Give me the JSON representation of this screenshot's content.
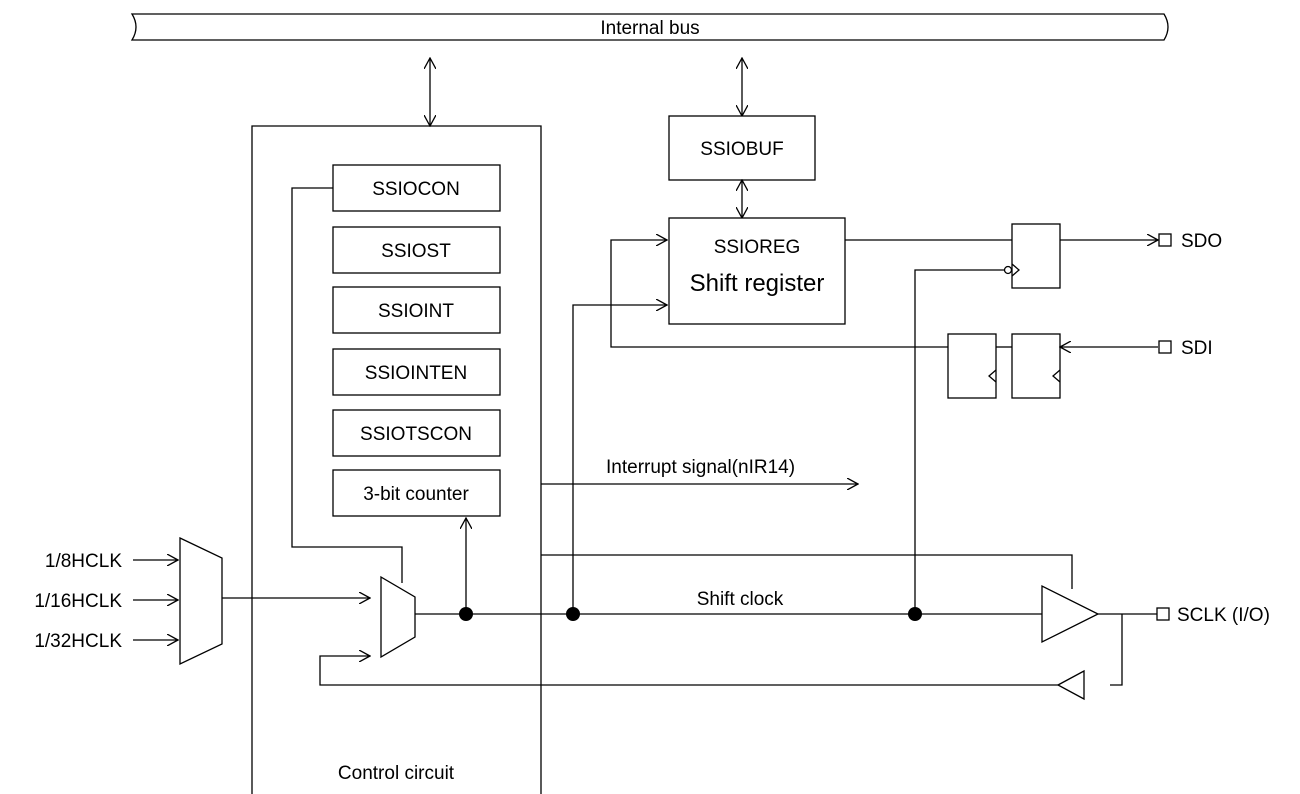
{
  "bus": {
    "label": "Internal bus"
  },
  "control": {
    "label": "Control circuit"
  },
  "registers": {
    "ssiocon": "SSIOCON",
    "ssiost": "SSIOST",
    "ssioint": "SSIOINT",
    "ssiointen": "SSIOINTEN",
    "ssiotscon": "SSIOTSCON",
    "counter": "3-bit counter"
  },
  "buffer": {
    "label": "SSIOBUF"
  },
  "shift_register": {
    "name": "SSIOREG",
    "subtitle": "Shift register"
  },
  "clock_inputs": [
    "1/8HCLK",
    "1/16HCLK",
    "1/32HCLK"
  ],
  "signals": {
    "interrupt": "Interrupt signal(nIR14)",
    "shift_clock": "Shift clock"
  },
  "pins": {
    "sdo": "SDO",
    "sdi": "SDI",
    "sclk": "SCLK (I/O)"
  }
}
